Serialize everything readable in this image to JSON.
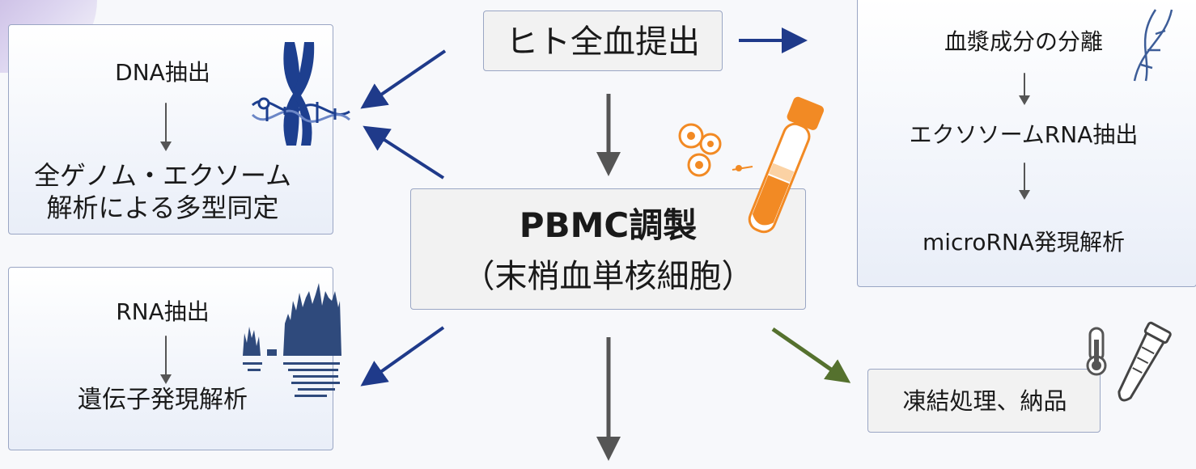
{
  "source": {
    "label": "ヒト全血提出"
  },
  "center": {
    "title": "PBMC調製",
    "subtitle": "（末梢血単核細胞）"
  },
  "dna_panel": {
    "step1": "DNA抽出",
    "step2_line1": "全ゲノム・エクソーム",
    "step2_line2": "解析による多型同定"
  },
  "rna_panel": {
    "step1": "RNA抽出",
    "step2": "遺伝子発現解析"
  },
  "plasma_panel": {
    "step1": "血漿成分の分離",
    "step2": "エクソソームRNA抽出",
    "step3": "microRNA発現解析"
  },
  "freeze_box": {
    "label": "凍結処理、納品"
  },
  "colors": {
    "arrow_blue": "#1f3a8a",
    "arrow_green": "#55712e",
    "arrow_gray": "#555555",
    "tube_orange": "#f28a24",
    "chromosome_blue": "#1d3f8f"
  }
}
